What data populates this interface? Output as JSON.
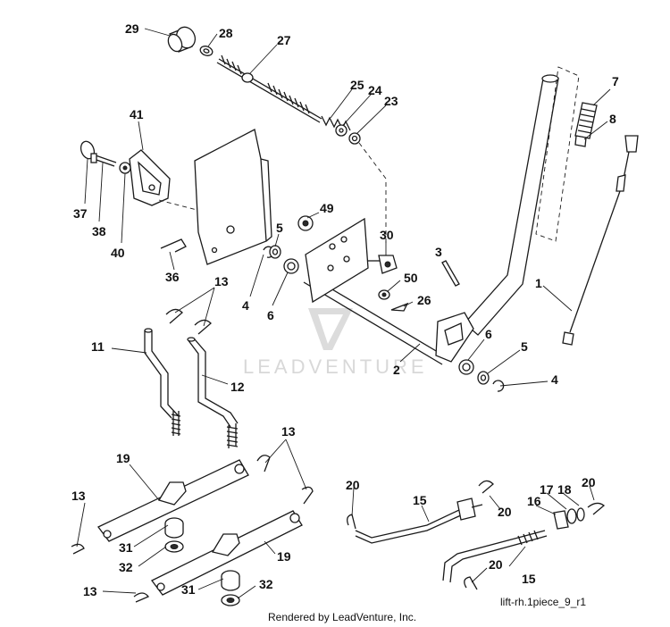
{
  "watermark": "LEADVENTURE",
  "footer_credit": "Rendered by LeadVenture, Inc.",
  "diagram_id": "lift-rh.1piece_9_r1",
  "callouts": [
    {
      "id": "c29a",
      "label": "29"
    },
    {
      "id": "c28a",
      "label": "28"
    },
    {
      "id": "c27a",
      "label": "27"
    },
    {
      "id": "c25a",
      "label": "25"
    },
    {
      "id": "c24a",
      "label": "24"
    },
    {
      "id": "c23a",
      "label": "23"
    },
    {
      "id": "c41a",
      "label": "41"
    },
    {
      "id": "c37a",
      "label": "37"
    },
    {
      "id": "c38a",
      "label": "38"
    },
    {
      "id": "c40a",
      "label": "40"
    },
    {
      "id": "c36a",
      "label": "36"
    },
    {
      "id": "c5a",
      "label": "5"
    },
    {
      "id": "c4a",
      "label": "4"
    },
    {
      "id": "c6a",
      "label": "6"
    },
    {
      "id": "c49a",
      "label": "49"
    },
    {
      "id": "c30a",
      "label": "30"
    },
    {
      "id": "c3a",
      "label": "3"
    },
    {
      "id": "c50a",
      "label": "50"
    },
    {
      "id": "c26a",
      "label": "26"
    },
    {
      "id": "c2a",
      "label": "2"
    },
    {
      "id": "c7a",
      "label": "7"
    },
    {
      "id": "c8a",
      "label": "8"
    },
    {
      "id": "c1a",
      "label": "1"
    },
    {
      "id": "c6b",
      "label": "6"
    },
    {
      "id": "c5b",
      "label": "5"
    },
    {
      "id": "c4b",
      "label": "4"
    },
    {
      "id": "c13a",
      "label": "13"
    },
    {
      "id": "c11a",
      "label": "11"
    },
    {
      "id": "c12a",
      "label": "12"
    },
    {
      "id": "c13b",
      "label": "13"
    },
    {
      "id": "c19a",
      "label": "19"
    },
    {
      "id": "c13c",
      "label": "13"
    },
    {
      "id": "c31a",
      "label": "31"
    },
    {
      "id": "c32a",
      "label": "32"
    },
    {
      "id": "c19b",
      "label": "19"
    },
    {
      "id": "c13d",
      "label": "13"
    },
    {
      "id": "c31b",
      "label": "31"
    },
    {
      "id": "c32b",
      "label": "32"
    },
    {
      "id": "c20a",
      "label": "20"
    },
    {
      "id": "c15a",
      "label": "15"
    },
    {
      "id": "c20b",
      "label": "20"
    },
    {
      "id": "c16a",
      "label": "16"
    },
    {
      "id": "c17a",
      "label": "17"
    },
    {
      "id": "c18a",
      "label": "18"
    },
    {
      "id": "c20c",
      "label": "20"
    },
    {
      "id": "c20d",
      "label": "20"
    },
    {
      "id": "c15b",
      "label": "15"
    }
  ]
}
